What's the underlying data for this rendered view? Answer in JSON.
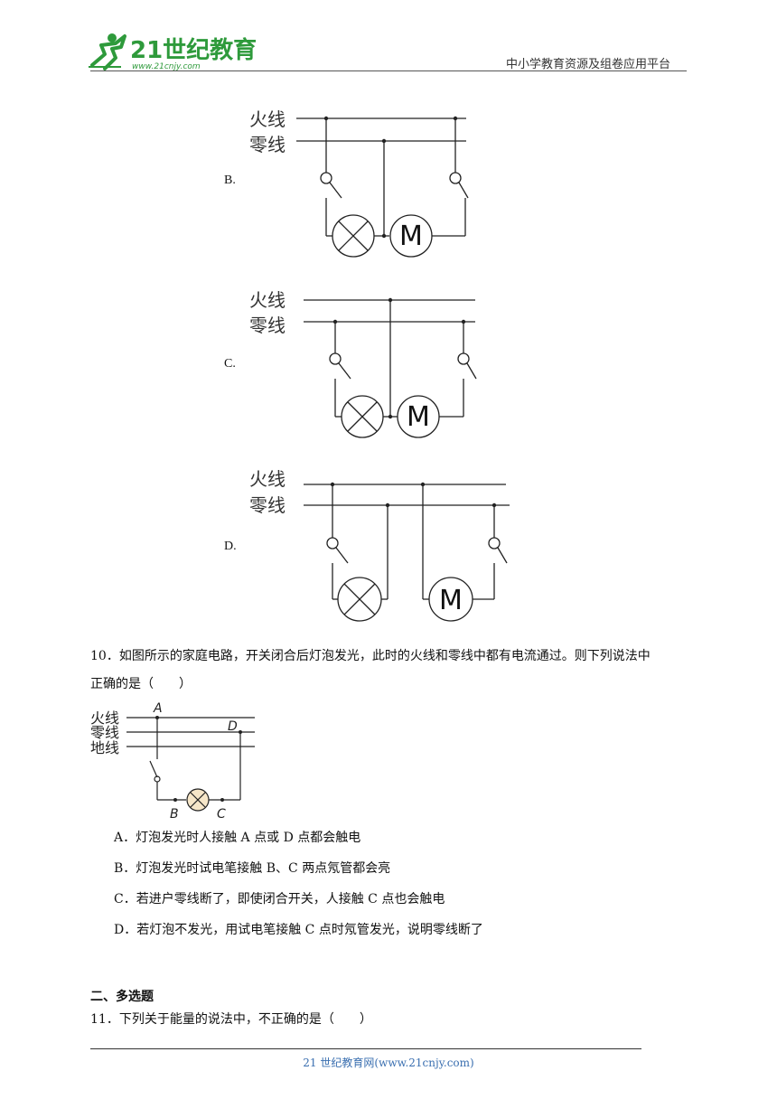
{
  "header": {
    "logo_text": "21世纪教育",
    "logo_url_text": "www.21cnjy.com",
    "site_name": "中小学教育资源及组卷应用平台"
  },
  "diagrams": {
    "live_wire": "火线",
    "neutral_wire": "零线",
    "ground_wire": "地线",
    "motor_symbol": "M"
  },
  "options_q9": [
    {
      "label": "B."
    },
    {
      "label": "C."
    },
    {
      "label": "D."
    }
  ],
  "q10": {
    "stem_line1": "10．如图所示的家庭电路，开关闭合后灯泡发光，此时的火线和零线中都有电流通过。则下列说法中",
    "stem_line2": "正确的是（　　）",
    "point_labels": {
      "A": "A",
      "B": "B",
      "C": "C",
      "D": "D"
    },
    "options": [
      "A．灯泡发光时人接触 A 点或 D 点都会触电",
      "B．灯泡发光时试电笔接触 B、C 两点氖管都会亮",
      "C．若进户零线断了，即使闭合开关，人接触 C 点也会触电",
      "D．若灯泡不发光，用试电笔接触 C 点时氖管发光，说明零线断了"
    ]
  },
  "section2": {
    "title": "二、多选题"
  },
  "q11": {
    "stem": "11．下列关于能量的说法中，不正确的是（　　）"
  },
  "footer": {
    "text": "21 世纪教育网(www.21cnjy.com)"
  }
}
